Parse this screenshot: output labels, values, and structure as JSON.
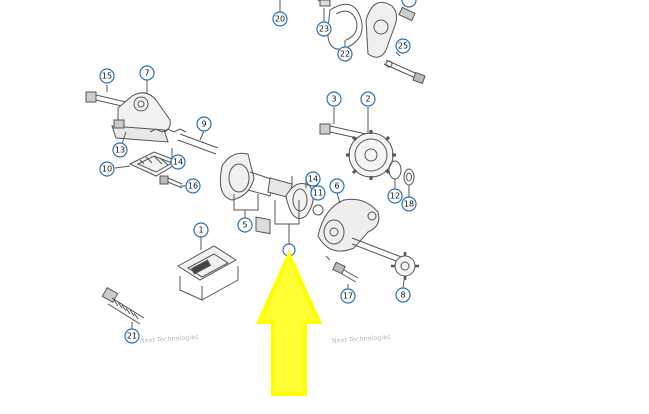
{
  "diagram": {
    "callouts": [
      {
        "id": "c20",
        "label": "20"
      },
      {
        "id": "c23",
        "label": "23"
      },
      {
        "id": "c22",
        "label": "22"
      },
      {
        "id": "c19",
        "label": ""
      },
      {
        "id": "c25",
        "label": "25"
      },
      {
        "id": "c15",
        "label": "15"
      },
      {
        "id": "c7",
        "label": "7"
      },
      {
        "id": "c3",
        "label": "3"
      },
      {
        "id": "c2",
        "label": "2"
      },
      {
        "id": "c9",
        "label": "9"
      },
      {
        "id": "c13",
        "label": "13"
      },
      {
        "id": "c14a",
        "label": "14"
      },
      {
        "id": "c10",
        "label": "10"
      },
      {
        "id": "c16",
        "label": "16"
      },
      {
        "id": "c14b",
        "label": "14"
      },
      {
        "id": "c11",
        "label": "11"
      },
      {
        "id": "c6",
        "label": "6"
      },
      {
        "id": "c12",
        "label": "12"
      },
      {
        "id": "c18",
        "label": "18"
      },
      {
        "id": "c5",
        "label": "5"
      },
      {
        "id": "c1",
        "label": "1"
      },
      {
        "id": "c4",
        "label": ""
      },
      {
        "id": "c17",
        "label": "17"
      },
      {
        "id": "c8",
        "label": "8"
      },
      {
        "id": "c21",
        "label": "21"
      }
    ],
    "watermarks": [
      {
        "id": "wm-left",
        "text": "Next Technologies"
      },
      {
        "id": "wm-right",
        "text": "Next Technologies"
      }
    ],
    "colors": {
      "callout_stroke": "#2a72b8",
      "arrow_fill": "#ffff33",
      "line": "#555555"
    }
  }
}
